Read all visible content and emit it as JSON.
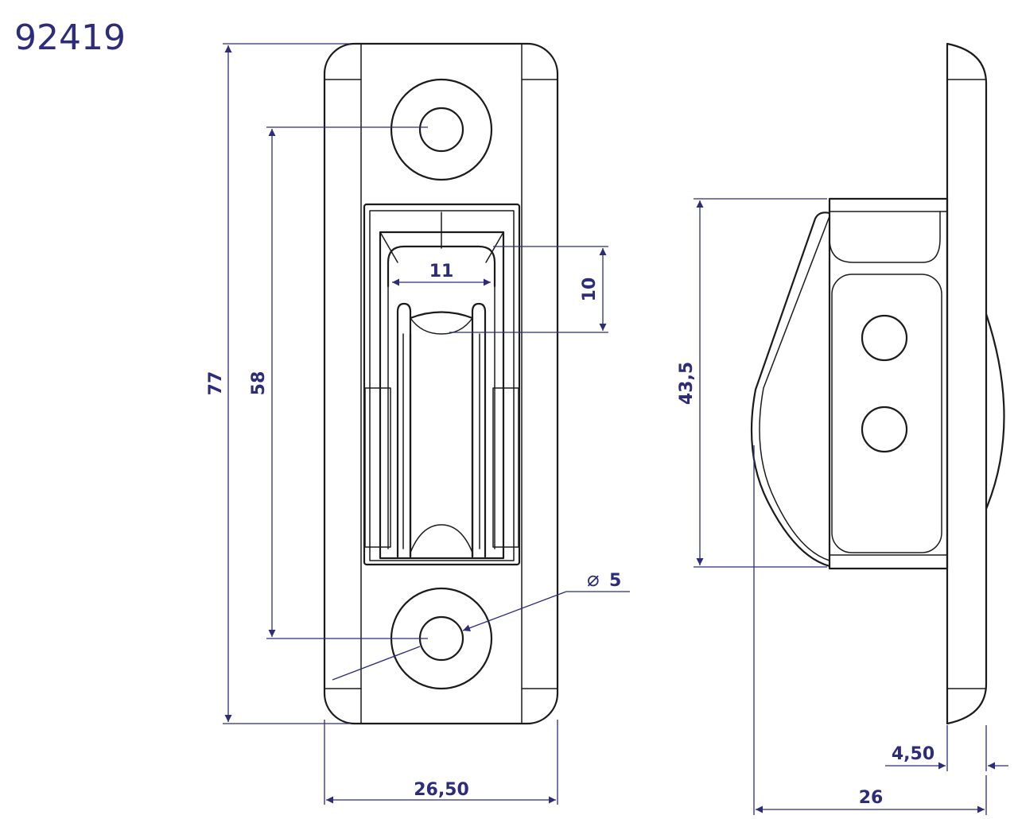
{
  "title": "92419",
  "colors": {
    "dimension": "#2c2c7a",
    "outline": "#1b1b1b",
    "background": "#ffffff"
  },
  "dimensions": {
    "overall_length": "77",
    "hole_spacing": "58",
    "slot_width": "11",
    "slot_height": "10",
    "hole_diameter_symbol": "⌀",
    "hole_diameter": "5",
    "base_width": "26,50",
    "sheave_height": "43,5",
    "base_thickness": "4,50",
    "overall_height": "26"
  }
}
